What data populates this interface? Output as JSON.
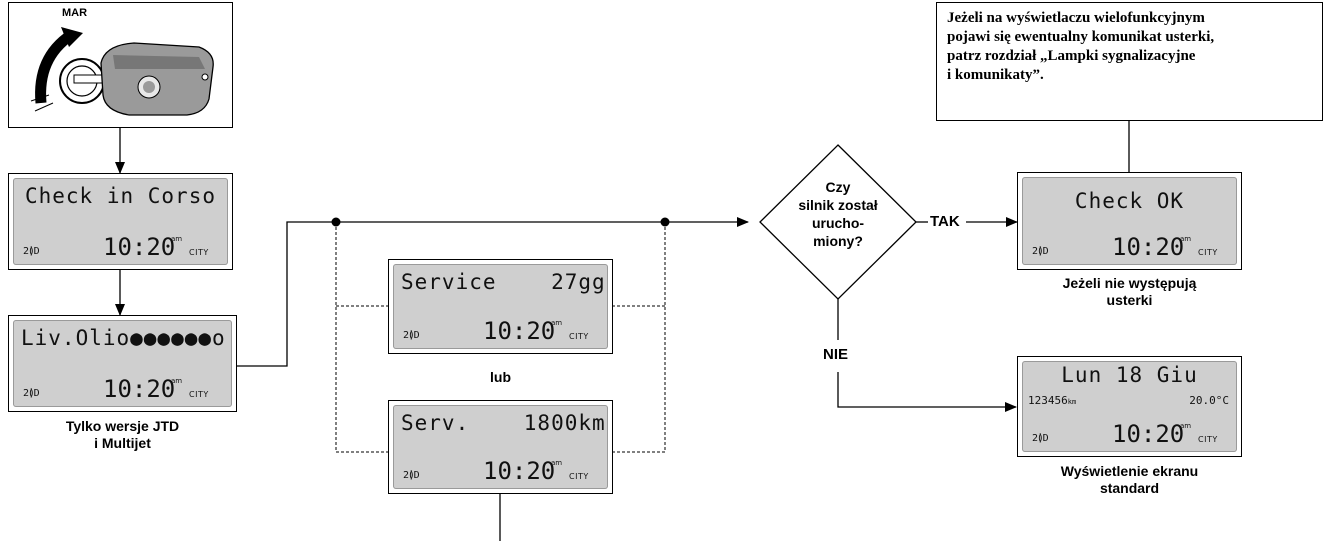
{
  "key_panel": {
    "label": "MAR"
  },
  "lcd_check": {
    "line1": "Check in Corso",
    "gear": "2≬D",
    "time": "10:20",
    "ampm": "am",
    "mode": "CITY"
  },
  "lcd_oil": {
    "line1": "Liv.Olio●●●●●●o",
    "gear": "2≬D",
    "time": "10:20",
    "ampm": "am",
    "mode": "CITY",
    "caption_1": "Tylko wersje JTD",
    "caption_2": "i Multijet"
  },
  "lcd_service_days": {
    "line1": "Service    27gg",
    "gear": "2≬D",
    "time": "10:20",
    "ampm": "am",
    "mode": "CITY"
  },
  "or_label": "lub",
  "lcd_service_km": {
    "line1": "Serv.    1800km",
    "gear": "2≬D",
    "time": "10:20",
    "ampm": "am",
    "mode": "CITY"
  },
  "decision": {
    "line1": "Czy",
    "line2": "silnik został",
    "line3": "urucho-",
    "line4": "miony?",
    "yes": "TAK",
    "no": "NIE"
  },
  "lcd_ok": {
    "line1": "Check OK",
    "gear": "2≬D",
    "time": "10:20",
    "ampm": "am",
    "mode": "CITY",
    "caption_1": "Jeżeli nie występują",
    "caption_2": "usterki"
  },
  "lcd_standard": {
    "line1": "Lun 18 Giu",
    "odometer": "123456",
    "odometer_unit": "km",
    "temperature": "20.0°C",
    "gear": "2≬D",
    "time": "10:20",
    "ampm": "am",
    "mode": "CITY",
    "caption_1": "Wyświetlenie ekranu",
    "caption_2": "standard"
  },
  "note": {
    "line1": "Jeżeli na wyświetlaczu wielofunkcyjnym",
    "line2": "pojawi się ewentualny komunikat usterki,",
    "line3": "patrz rozdział „Lampki sygnalizacyjne",
    "line4": "i komunikaty”."
  }
}
